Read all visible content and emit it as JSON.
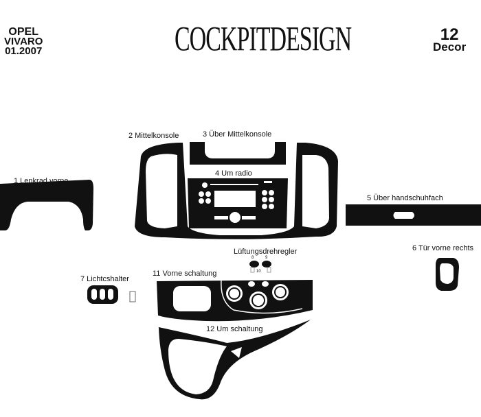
{
  "header": {
    "make": "OPEL",
    "model": "VIVARO",
    "date": "01.2007",
    "logo": "COCKPITDESIGN",
    "count": "12",
    "type": "Decor"
  },
  "parts": [
    {
      "label": "1  Lenkrad vorne"
    },
    {
      "label": "2  Mittelkonsole"
    },
    {
      "label": "3  Über Mittelkonsole"
    },
    {
      "label": "4  Um radio"
    },
    {
      "label": "5  Über  handschuhfach"
    },
    {
      "label": "6  Tür vorne rechts"
    },
    {
      "label": "7  Lichtcshalter"
    },
    {
      "label": "Lüftungsdrehregler"
    },
    {
      "label": "11  Vorne schaltung"
    },
    {
      "label": "12  Um schaltung"
    }
  ],
  "knob_numbers": [
    "8",
    "9",
    "10"
  ]
}
